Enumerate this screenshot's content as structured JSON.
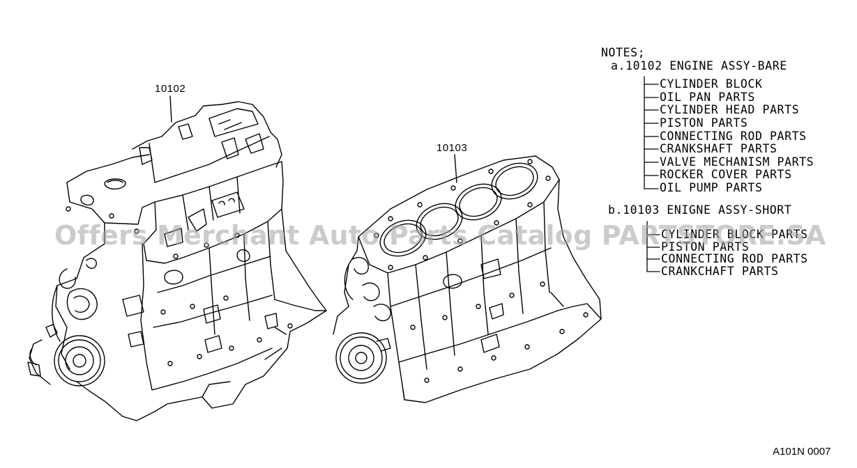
{
  "labels": {
    "engine_bare": "10102",
    "engine_short": "10103"
  },
  "notes": {
    "title": "NOTES;",
    "group_a": {
      "heading": "a.10102 ENGINE ASSY-BARE",
      "items": [
        "CYLINDER BLOCK",
        "OIL PAN PARTS",
        "CYLINDER HEAD PARTS",
        "PISTON PARTS",
        "CONNECTING ROD PARTS",
        "CRANKSHAFT PARTS",
        "VALVE MECHANISM PARTS",
        "ROCKER COVER PARTS",
        "OIL PUMP PARTS"
      ]
    },
    "group_b": {
      "heading": "b.10103 ENIGNE ASSY-SHORT",
      "items": [
        "CYLINDER BLOCK PARTS",
        "PISTON PARTS",
        "CONNECTING ROD PARTS",
        "CRANKCHAFT PARTS"
      ]
    }
  },
  "watermark": "Offers Merchant Auto Parts Catalog PARTSTORE.SA",
  "diagram_ref": "A101N 0007"
}
